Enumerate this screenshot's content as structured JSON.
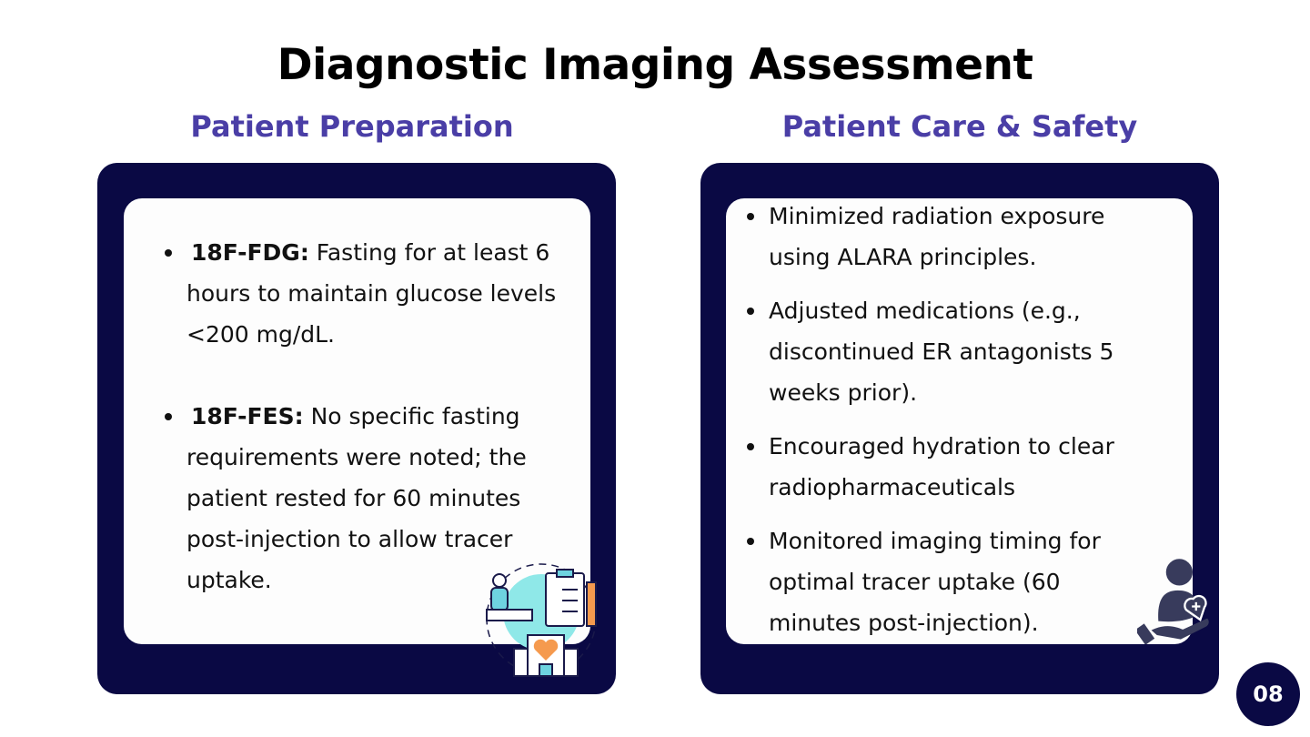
{
  "title": "Diagnostic Imaging Assessment",
  "left": {
    "heading": "Patient Preparation",
    "items": [
      {
        "label": "18F-FDG:",
        "text": " Fasting for at least 6 hours to maintain glucose levels <200 mg/dL."
      },
      {
        "label": "18F-FES:",
        "text": " No specific fasting requirements were noted; the patient rested for 60 minutes post-injection to allow tracer uptake."
      }
    ]
  },
  "right": {
    "heading": "Patient Care & Safety",
    "items": [
      "Minimized radiation exposure using ALARA principles.",
      " Adjusted medications (e.g., discontinued ER antagonists 5 weeks prior).",
      "Encouraged hydration to clear radiopharmaceuticals",
      "Monitored imaging timing for optimal tracer uptake (60 minutes post-injection)."
    ]
  },
  "page_number": "08",
  "colors": {
    "navy": "#0a0944",
    "accent": "#4a3ea6"
  }
}
